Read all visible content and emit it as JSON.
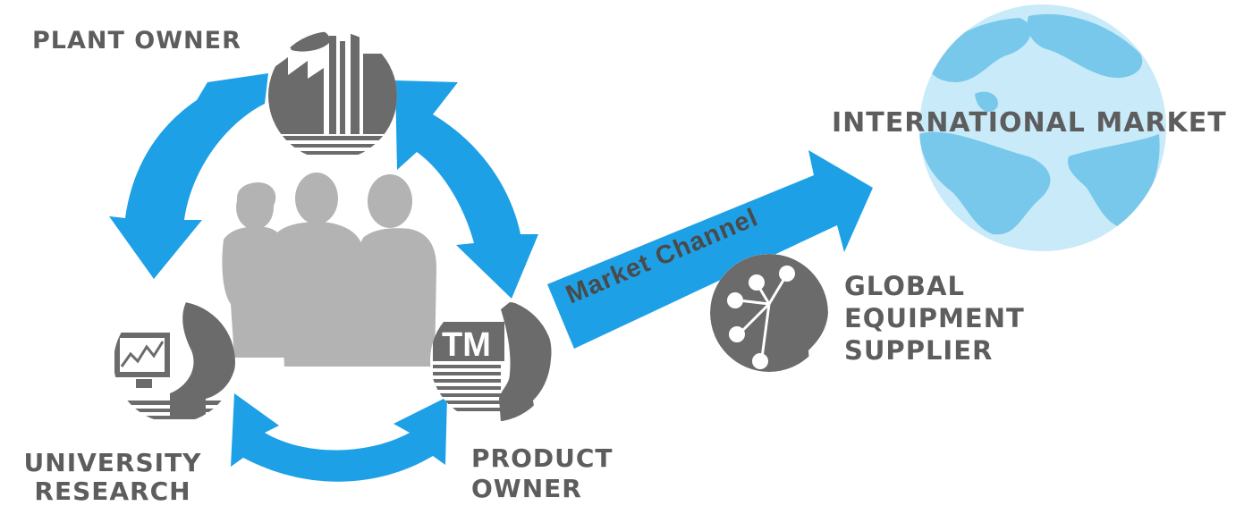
{
  "colors": {
    "arrow_blue": "#1ea0e6",
    "icon_gray": "#6b6b6b",
    "label_gray": "#5d5d5d",
    "people_gray": "#b3b3b3",
    "globe_light": "#bfe6f7",
    "globe_dark": "#6fc3ea"
  },
  "labels": {
    "plant_owner": "PLANT OWNER",
    "international_market": "INTERNATIONAL MARKET",
    "global_supplier": [
      "GLOBAL",
      "EQUIPMENT",
      "SUPPLIER"
    ],
    "university_research": [
      "UNIVERSITY",
      "RESEARCH"
    ],
    "product_owner": [
      "PRODUCT",
      "OWNER"
    ],
    "market_channel": "Market Channel",
    "trademark": "TM"
  },
  "icons": {
    "plant": "factory-icon",
    "university": "monitor-chart-icon",
    "product": "trademark-head-icon",
    "supplier": "network-head-icon",
    "globe": "globe-icon",
    "people": "business-people-icon"
  }
}
